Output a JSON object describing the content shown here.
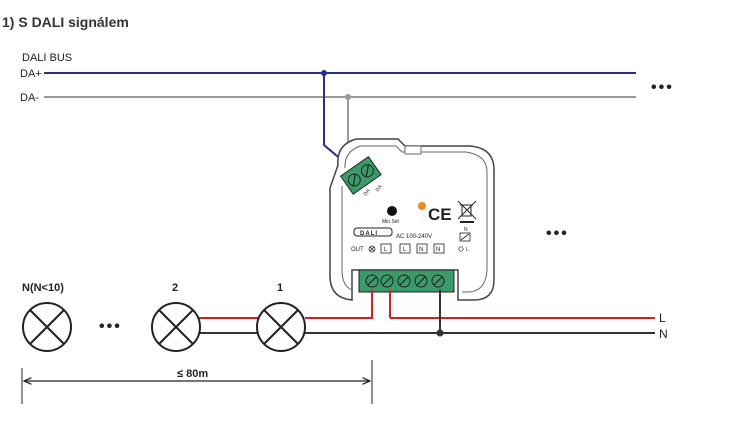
{
  "title": "1) S DALI signálem",
  "bus": {
    "name": "DALI BUS",
    "da_plus": "DA+",
    "da_minus": "DA-",
    "ellipsis": "•••"
  },
  "device": {
    "terminal_top_labels": [
      "DA",
      "DA"
    ],
    "min_set": "Min.Set",
    "ce_mark": "CE",
    "dali_logo": "DALI",
    "voltage": "AC 100-240V",
    "out_label": "OUT",
    "terminal_bottom_labels": [
      "L",
      "L",
      "N",
      "N"
    ],
    "n_label": "N",
    "l_label": "L"
  },
  "lamps": {
    "labels": [
      "N(N<10)",
      "2",
      "1"
    ],
    "ellipsis": "•••"
  },
  "right_ellipsis": "•••",
  "lines": {
    "l": "L",
    "n": "N"
  },
  "distance": "≤ 80m",
  "colors": {
    "da_plus_wire": "#2c2c8c",
    "da_minus_wire": "#9a9a9a",
    "live_wire": "#d42020",
    "neutral_wire": "#333333",
    "terminal_green": "#3a9a6a",
    "led_orange": "#f08a20"
  }
}
